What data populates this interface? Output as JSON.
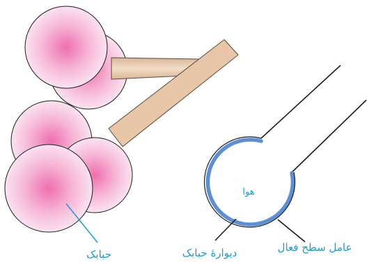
{
  "labels": {
    "alveolus": "حبابک",
    "alveolar_wall": "دیوارهٔ حبابک",
    "surfactant": "عامل سطح فعال",
    "air": "هوا"
  },
  "colors": {
    "alveolus_center": "#ee6fb0",
    "alveolus_edge": "#fbe3f0",
    "duct_fill": "#e8c7a8",
    "duct_stroke": "#5a4a3c",
    "surfactant_layer": "#5b8fd6",
    "leader_line": "#1a9ad6",
    "outline": "#1b1b1b"
  }
}
